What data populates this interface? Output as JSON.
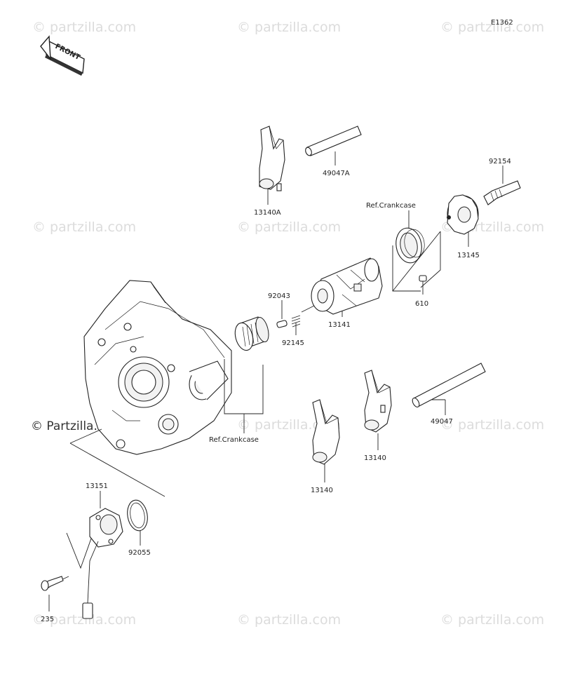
{
  "diagram_code": "E1362",
  "front_label": "FRONT",
  "watermark": "© Partzilla.com",
  "watermark_lower": "© partzilla.com",
  "parts": {
    "fork_a": "13140A",
    "shaft_a": "49047A",
    "bolt_92154": "92154",
    "ref_top": "Ref.Crankcase",
    "bearing_13145": "13145",
    "pin_92043": "92043",
    "drum_13141": "13141",
    "pin_610": "610",
    "spring_92145": "92145",
    "ref_bottom": "Ref.Crankcase",
    "shaft_49047": "49047",
    "fork_13140_right": "13140",
    "fork_13140_left": "13140",
    "sensor_13151": "13151",
    "oring_92055": "92055",
    "bolt_235": "235"
  }
}
